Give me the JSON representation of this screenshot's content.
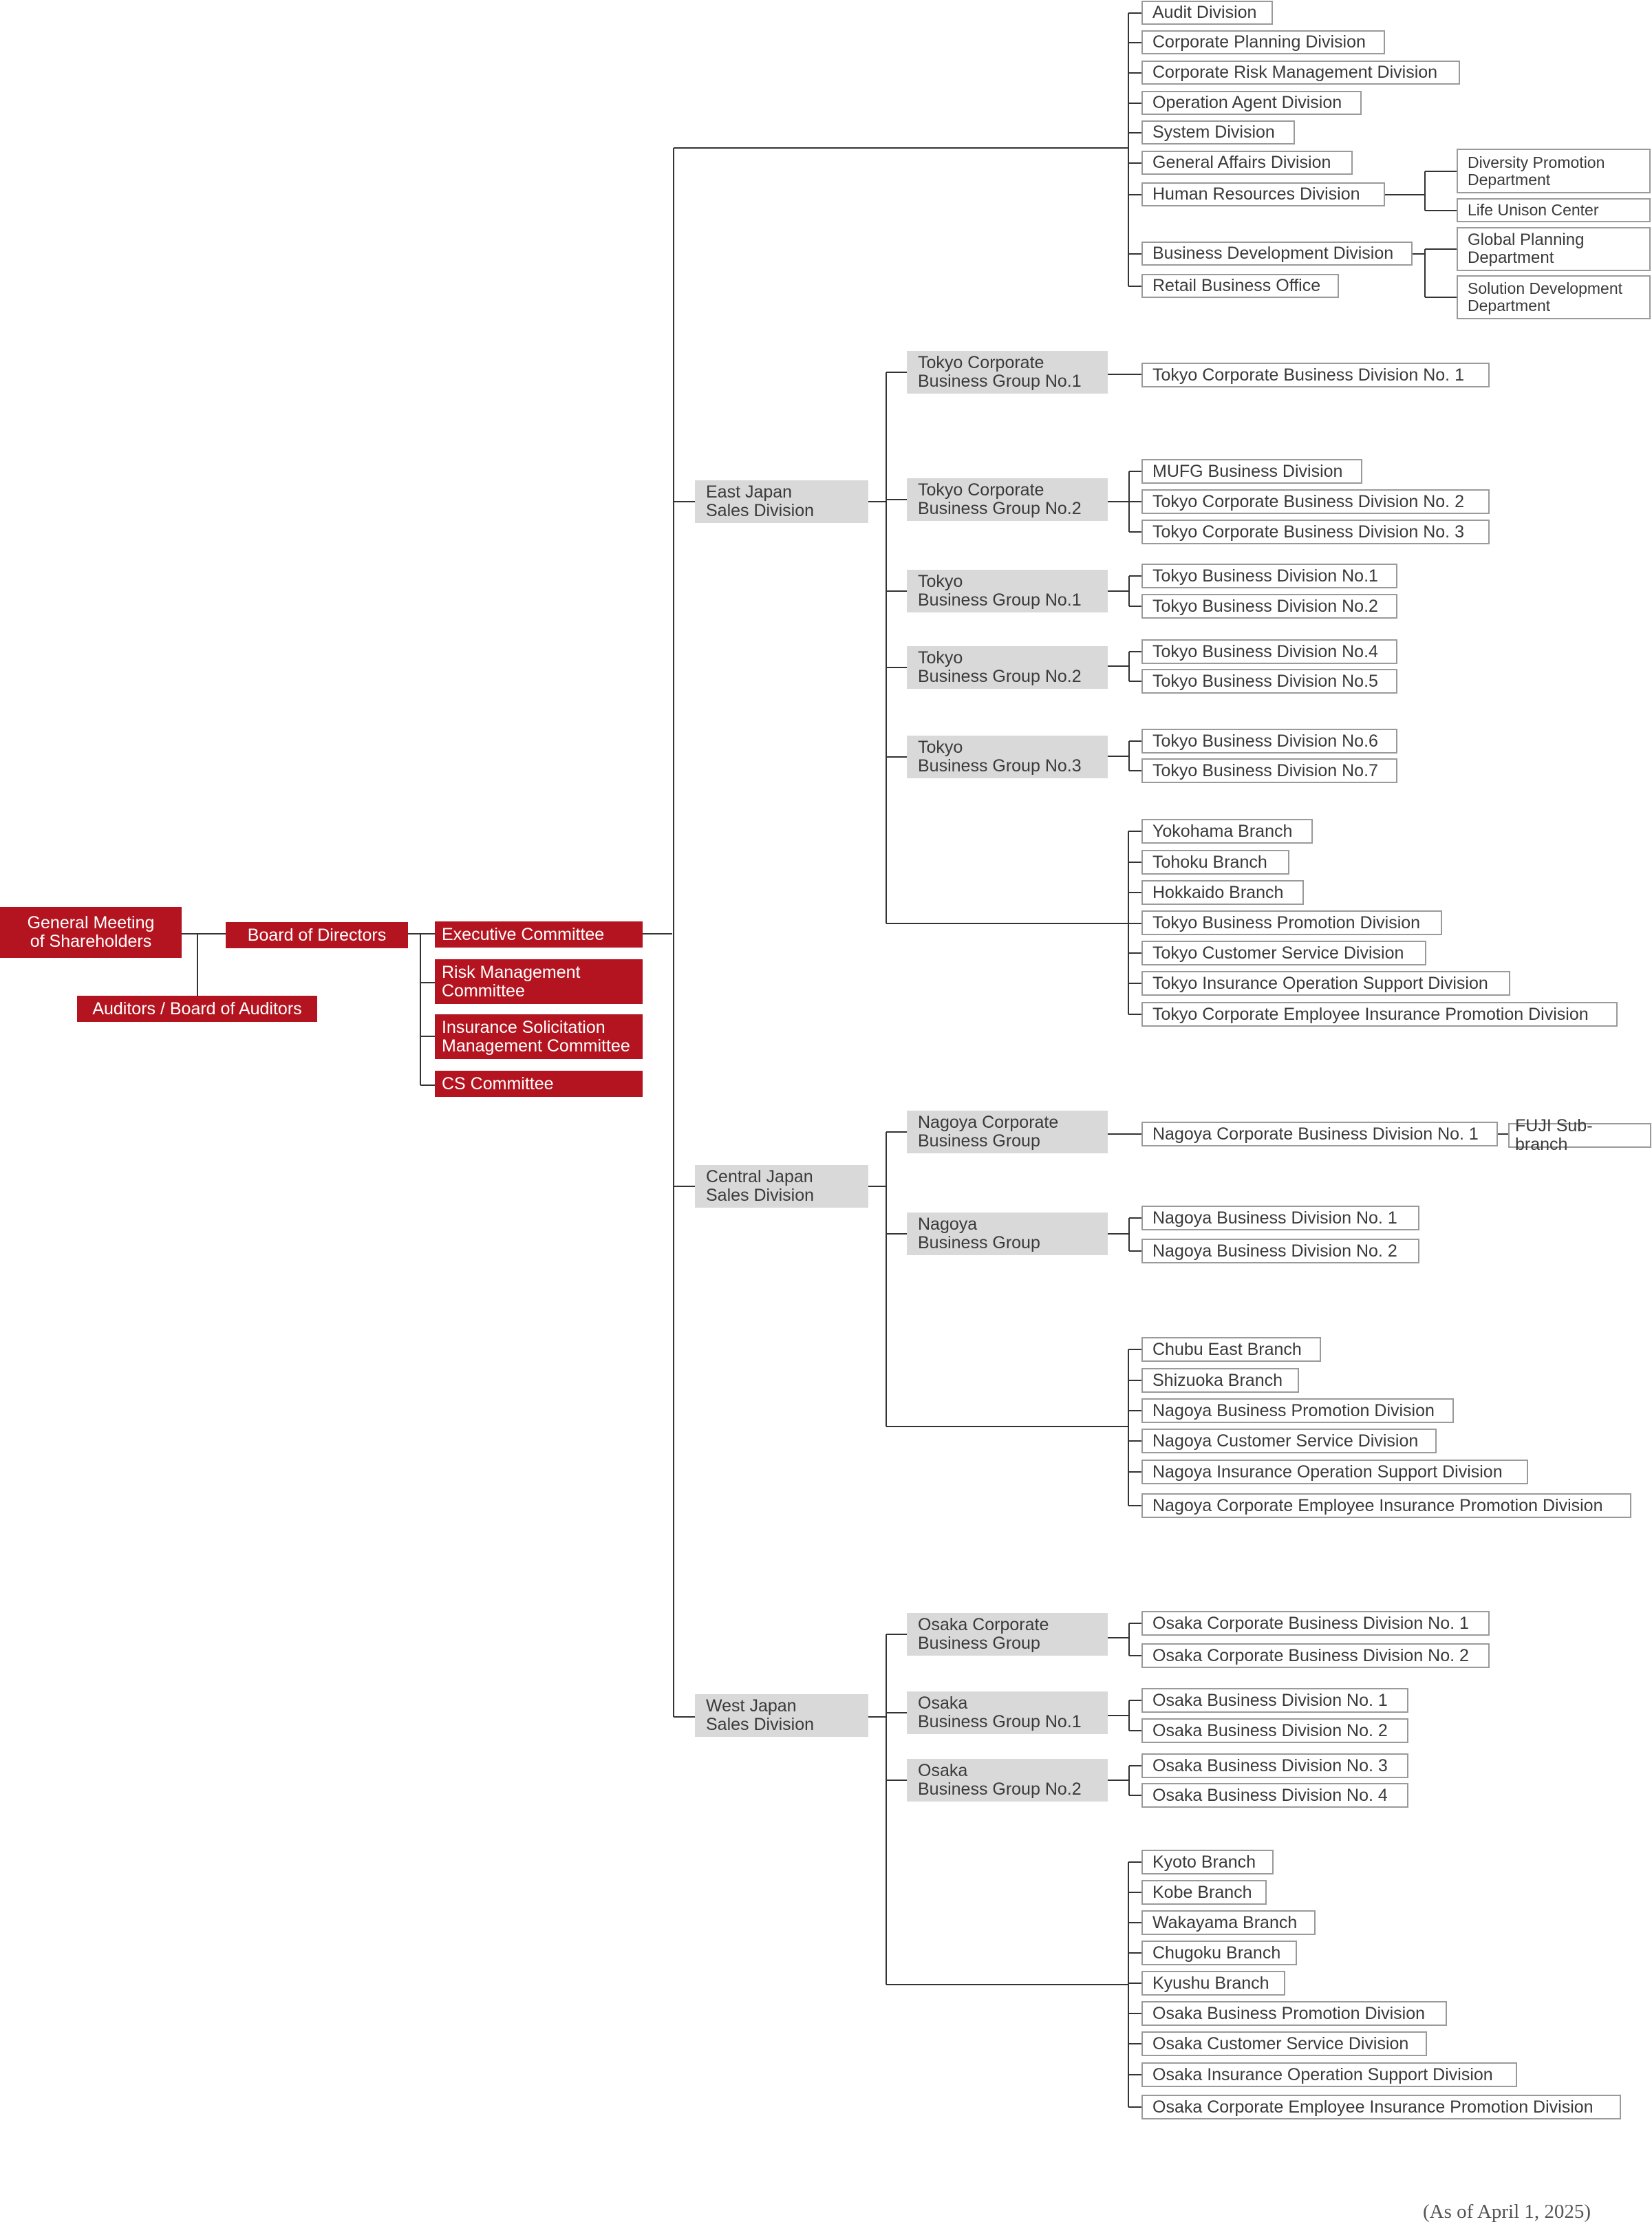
{
  "colors": {
    "accent": "#b4141f",
    "group_fill": "#d9d9d9",
    "line": "#333333",
    "box_border": "#9a9a9a",
    "text": "#3a3a3a"
  },
  "nodes": {
    "general_meeting": "General Meeting\nof Shareholders",
    "board": "Board of Directors",
    "auditors": "Auditors / Board of Auditors",
    "executive": "Executive Committee",
    "risk": "Risk Management\nCommittee",
    "insurance_solicitation": "Insurance Solicitation\nManagement Committee",
    "cs": "CS Committee",
    "hq": [
      "Audit Division",
      "Corporate Planning Division",
      "Corporate Risk Management Division",
      "Operation Agent Division",
      "System Division",
      "General Affairs Division",
      "Human Resources Division",
      "Business Development Division",
      "Retail Business Office"
    ],
    "hr_sub": [
      "Diversity Promotion\nDepartment",
      "Life Unison Center"
    ],
    "bd_sub": [
      "Global Planning\nDepartment",
      "Solution Development\nDepartment"
    ],
    "east": "East Japan\nSales Division",
    "east_groups": [
      "Tokyo Corporate\nBusiness Group No.1",
      "Tokyo Corporate\nBusiness Group No.2",
      "Tokyo\nBusiness Group No.1",
      "Tokyo\nBusiness Group No.2",
      "Tokyo\nBusiness Group No.3"
    ],
    "east_divisions": [
      "Tokyo Corporate Business Division No. 1",
      "MUFG Business Division",
      "Tokyo Corporate Business Division No. 2",
      "Tokyo Corporate Business Division No. 3",
      "Tokyo Business Division No.1",
      "Tokyo Business Division No.2",
      "Tokyo Business Division No.4",
      "Tokyo Business Division No.5",
      "Tokyo Business Division No.6",
      "Tokyo Business Division No.7"
    ],
    "east_branches": [
      "Yokohama Branch",
      "Tohoku Branch",
      "Hokkaido Branch",
      "Tokyo Business Promotion Division",
      "Tokyo Customer Service Division",
      "Tokyo Insurance Operation Support Division",
      "Tokyo Corporate Employee Insurance Promotion Division"
    ],
    "central": "Central Japan\nSales Division",
    "central_groups": [
      "Nagoya Corporate\nBusiness Group",
      "Nagoya\nBusiness Group"
    ],
    "central_divisions": [
      "Nagoya Corporate Business Division No. 1",
      "Nagoya Business Division No. 1",
      "Nagoya Business Division No. 2"
    ],
    "fuji": "FUJI Sub-branch",
    "central_branches": [
      "Chubu East Branch",
      "Shizuoka Branch",
      "Nagoya Business Promotion Division",
      "Nagoya Customer Service Division",
      "Nagoya Insurance Operation Support Division",
      "Nagoya Corporate Employee Insurance Promotion Division"
    ],
    "west": "West Japan\nSales Division",
    "west_groups": [
      "Osaka Corporate\nBusiness Group",
      "Osaka\nBusiness Group No.1",
      "Osaka\nBusiness Group No.2"
    ],
    "west_divisions": [
      "Osaka Corporate Business Division No. 1",
      "Osaka Corporate Business Division No. 2",
      "Osaka Business Division No. 1",
      "Osaka Business Division No. 2",
      "Osaka Business Division No. 3",
      "Osaka Business Division No. 4"
    ],
    "west_branches": [
      "Kyoto Branch",
      "Kobe Branch",
      "Wakayama Branch",
      "Chugoku Branch",
      "Kyushu Branch",
      "Osaka Business Promotion Division",
      "Osaka Customer Service Division",
      "Osaka Insurance Operation Support Division",
      "Osaka Corporate Employee Insurance Promotion Division"
    ]
  },
  "footnote": "(As of April 1, 2025)"
}
